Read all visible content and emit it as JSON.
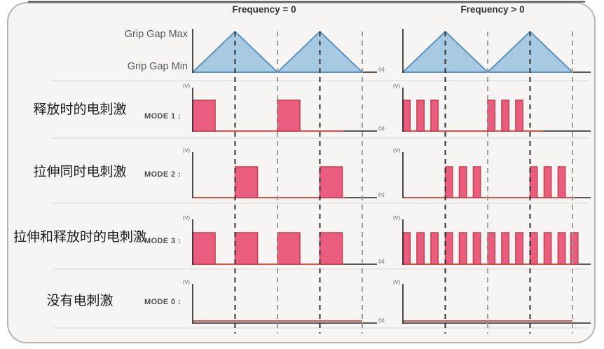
{
  "headers": {
    "left": "Frequency = 0",
    "right": "Frequency > 0"
  },
  "grip_gap": {
    "max": "Grip Gap Max",
    "min": "Grip Gap Min"
  },
  "axis": {
    "v": "(V)",
    "s": "(s)"
  },
  "rows": [
    {
      "name": "mode-1",
      "label_cn": "释放时的电刺激",
      "mode": "MODE 1 :",
      "pulses": {
        "freq0": [
          [
            0,
            0.53
          ],
          [
            2,
            2.53
          ]
        ],
        "freq_gt0": [
          [
            0,
            0.17
          ],
          [
            0.33,
            0.5
          ],
          [
            0.66,
            0.83
          ],
          [
            2,
            2.17
          ],
          [
            2.33,
            2.5
          ],
          [
            2.66,
            2.83
          ]
        ]
      }
    },
    {
      "name": "mode-2",
      "label_cn": "拉伸同时电刺激",
      "mode": "MODE 2 :",
      "pulses": {
        "freq0": [
          [
            1,
            1.53
          ],
          [
            3,
            3.53
          ]
        ],
        "freq_gt0": [
          [
            1,
            1.17
          ],
          [
            1.33,
            1.5
          ],
          [
            1.66,
            1.83
          ],
          [
            3,
            3.17
          ],
          [
            3.33,
            3.5
          ],
          [
            3.66,
            3.83
          ]
        ]
      }
    },
    {
      "name": "mode-3",
      "label_cn": "拉伸和释放时的电刺激",
      "mode": "MODE 3 :",
      "pulses": {
        "freq0": [
          [
            0,
            0.53
          ],
          [
            1,
            1.53
          ],
          [
            2,
            2.53
          ],
          [
            3,
            3.53
          ]
        ],
        "freq_gt0": [
          [
            0,
            0.17
          ],
          [
            0.33,
            0.5
          ],
          [
            0.66,
            0.83
          ],
          [
            1,
            1.17
          ],
          [
            1.33,
            1.5
          ],
          [
            1.66,
            1.83
          ],
          [
            2,
            2.17
          ],
          [
            2.33,
            2.5
          ],
          [
            2.66,
            2.83
          ],
          [
            3,
            3.17
          ],
          [
            3.33,
            3.5
          ],
          [
            3.66,
            3.83
          ],
          [
            3.96,
            4.13
          ]
        ]
      }
    },
    {
      "name": "mode-0",
      "label_cn": "没有电刺激",
      "mode": "MODE 0 :",
      "pulses": {
        "freq0": [],
        "freq_gt0": []
      }
    }
  ],
  "waveform_data": {
    "grip_gap_wave": "triangular, two periods; peaks at t=1 and t=3 half-periods, valleys at t=0,2,4",
    "dashed_guides_t": [
      1,
      2,
      3,
      4
    ],
    "note": "freq0 column = one long pulse per stim phase; freq_gt0 column = bursts of short pulses"
  },
  "colors": {
    "card_bg": "#f6f5f3",
    "card_border": "#b5b5b5",
    "top_rule": "#454545",
    "separator": "#e4e2df",
    "axis": "#222222",
    "triangle_fill": "#a7cae2",
    "triangle_stroke": "#5d93c1",
    "pulse_fill": "#ea5d7e",
    "pulse_stroke": "#bf4150",
    "red_baseline": "#dc5244",
    "dash_dark": "#2e2e2e",
    "dash_gray": "#9d9d9d"
  }
}
